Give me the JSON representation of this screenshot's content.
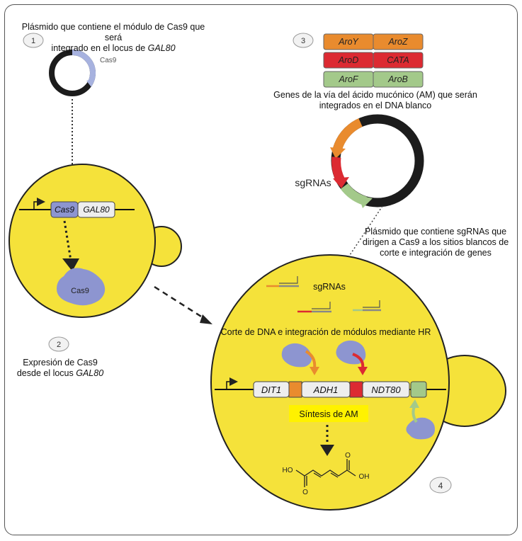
{
  "steps": [
    "1",
    "2",
    "3",
    "4"
  ],
  "step1": {
    "caption_line1": "Plásmido que contiene el módulo de Cas9 que será",
    "caption_line2_prefix": "integrado en el locus de ",
    "caption_line2_italic": "GAL80",
    "plasmid_label": "Cas9"
  },
  "cell_left": {
    "gene_cas9": "Cas9",
    "gene_gal80": "GAL80",
    "protein_label": "Cas9"
  },
  "step2": {
    "caption_line1": "Expresión de Cas9",
    "caption_line2_prefix": "desde el locus ",
    "caption_line2_italic": "GAL80"
  },
  "step3": {
    "genes": [
      [
        "AroY",
        "AroZ"
      ],
      [
        "AroD",
        "CATA"
      ],
      [
        "AroF",
        "AroB"
      ]
    ],
    "caption_line1": "Genes de la vía del ácido mucónico (AM) que serán",
    "caption_line2": "integrados en el DNA blanco",
    "sgrna_label": "sgRNAs",
    "plasmid_caption_line1": "Plásmido que contiene sgRNAs que",
    "plasmid_caption_line2": "dirigen a Cas9 a los sitios blancos de",
    "plasmid_caption_line3": "corte e integración de genes"
  },
  "cell_right": {
    "sgrna_label": "sgRNAs",
    "hr_caption": "Corte de DNA e integración de módulos mediante HR",
    "genes": [
      "DIT1",
      "ADH1",
      "NDT80"
    ],
    "synthesis_label": "Síntesis de AM",
    "ho_label_left": "HO",
    "oh_label_right": "OH",
    "o_label": "O"
  },
  "colors": {
    "cell_fill": "#f5e23a",
    "orange": "#e98b2e",
    "red": "#dc2a32",
    "green": "#a3c98a",
    "cas9_blue": "#8d95d0",
    "highlight": "#fff200"
  }
}
